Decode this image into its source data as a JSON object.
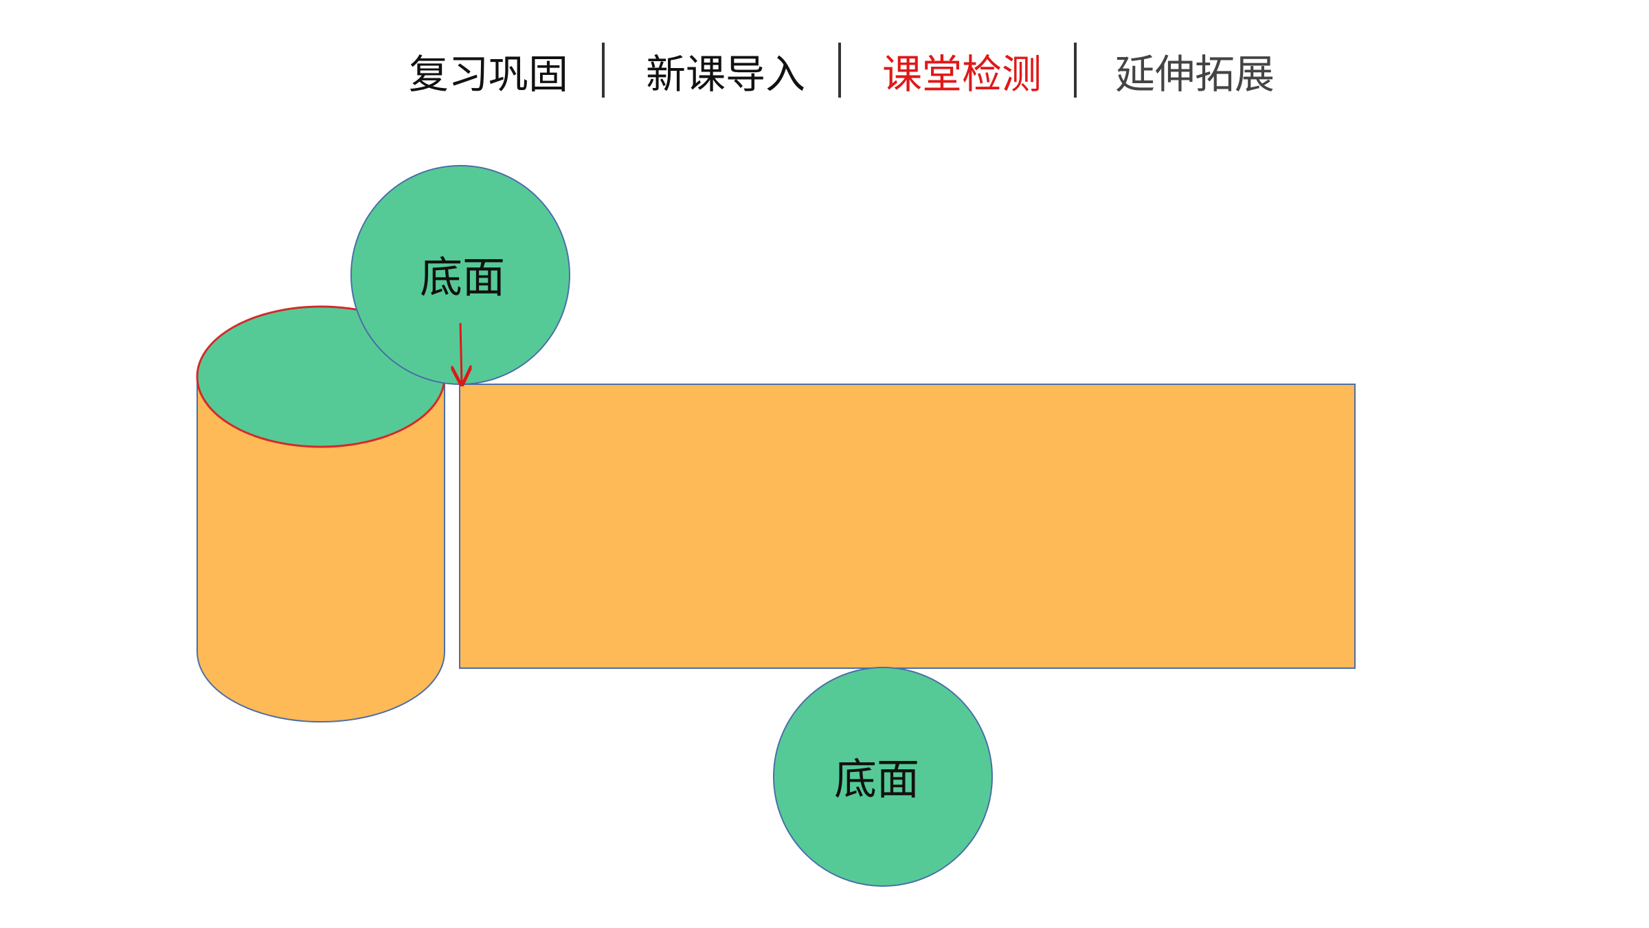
{
  "nav": {
    "items": [
      {
        "label": "复习巩固",
        "color": "#111111"
      },
      {
        "label": "新课导入",
        "color": "#111111"
      },
      {
        "label": "课堂检测",
        "color": "#e01818"
      },
      {
        "label": "延伸拓展",
        "color": "#444444"
      }
    ]
  },
  "diagram": {
    "top_base_label": "底面",
    "bottom_base_label": "底面",
    "colors": {
      "base_fill": "#56ca96",
      "side_fill": "#ffba58",
      "outline": "#4a6ea8",
      "arrow": "#e01818"
    }
  }
}
